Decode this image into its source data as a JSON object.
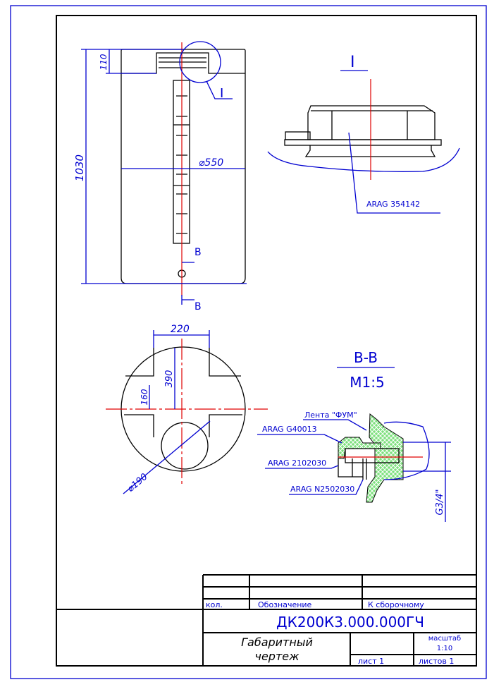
{
  "colors": {
    "line": "#000000",
    "dimension": "#0000d0",
    "centerline": "#e00000",
    "hatch": "#33cc33"
  },
  "front_view": {
    "height_dim": "1030",
    "neck_dim": "110",
    "diameter_dim": "⌀550",
    "detail_label": "I",
    "section_mark_top": "B",
    "section_mark_bottom": "B"
  },
  "detail_view": {
    "title": "I",
    "part_label": "ARAG 354142"
  },
  "bottom_view": {
    "width_dim": "220",
    "depth_dim": "390",
    "offset_dim": "160",
    "hole_dim": "⌀190"
  },
  "section_view": {
    "title": "B-B",
    "scale": "M1:5",
    "labels": [
      "Лента \"ФУМ\"",
      "ARAG G40013",
      "ARAG 2102030",
      "ARAG N2502030"
    ],
    "thread_dim": "G3/4\""
  },
  "title_block": {
    "col_qty": "кол.",
    "col_designation": "Обозначение",
    "col_assembly": "К сборочному",
    "document_code": "ДК200К3.000.000ГЧ",
    "title_line1": "Габаритный",
    "title_line2": "чертеж",
    "scale_label": "масштаб",
    "scale_value": "1:10",
    "sheet": "лист 1",
    "sheets": "листов 1"
  }
}
